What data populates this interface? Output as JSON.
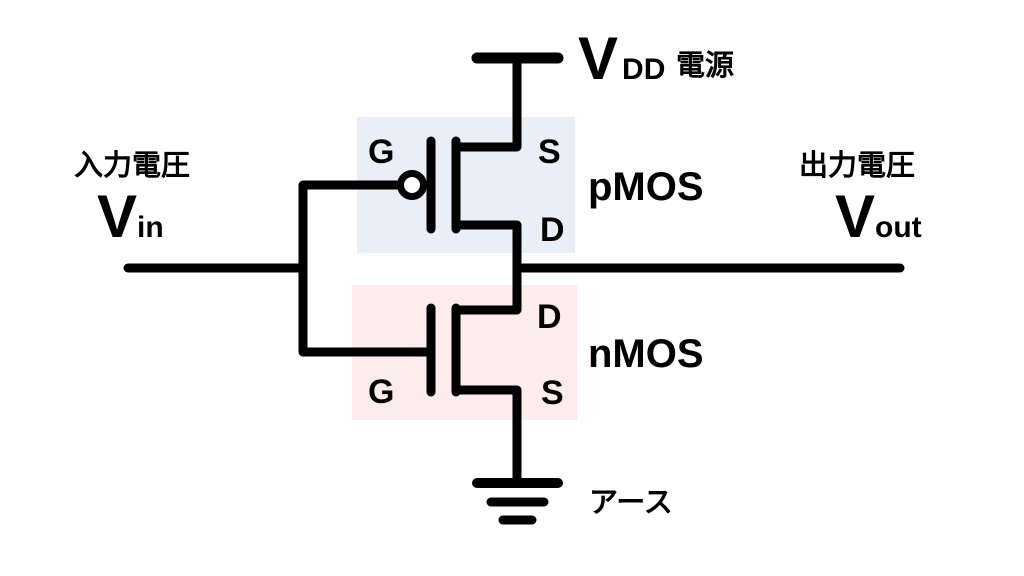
{
  "diagram": {
    "colors": {
      "wire": "#000000",
      "background": "#ffffff"
    },
    "power": {
      "voltage": "V",
      "voltage_sub": "DD",
      "caption": "電源"
    },
    "input": {
      "caption": "入力電圧",
      "voltage": "V",
      "voltage_sub": "in"
    },
    "output": {
      "caption": "出力電圧",
      "voltage": "V",
      "voltage_sub": "out"
    },
    "pmos": {
      "name": "pMOS",
      "color": "#1547a8",
      "box_color": "#eaeef6",
      "gate_label": "G",
      "source_label": "S",
      "drain_label": "D"
    },
    "nmos": {
      "name": "nMOS",
      "color": "#fa1410",
      "box_color": "#fcecec",
      "gate_label": "G",
      "drain_label": "D",
      "source_label": "S"
    },
    "ground": {
      "caption": "アース"
    }
  }
}
